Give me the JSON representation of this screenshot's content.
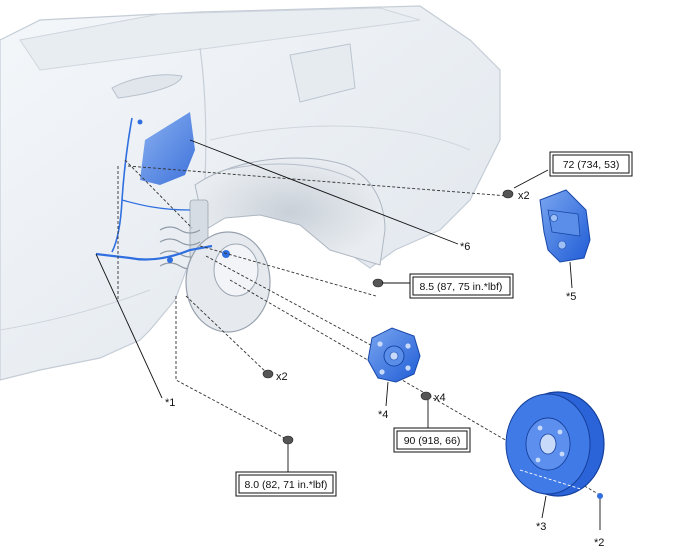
{
  "callouts": {
    "c1": "*1",
    "c2": "*2",
    "c3": "*3",
    "c4": "*4",
    "c5": "*5",
    "c6": "*6"
  },
  "quantities": {
    "q_bracket_bolts": "x2",
    "q_rotor_bolts": "x2",
    "q_hub_bolts": "x4"
  },
  "torques": {
    "caliper": "72 (734, 53)",
    "sensor_bolt": "8.5 (87, 75 in.*lbf)",
    "hub_bolt": "90 (918, 66)",
    "harness_bolt": "8.0 (82, 71 in.*lbf)"
  },
  "colors": {
    "highlight": "#2f6fe0",
    "highlight_light": "#9fc0f5",
    "body_fill": "#eef2f6",
    "body_stroke": "#c4ccd6",
    "line": "#222222"
  }
}
